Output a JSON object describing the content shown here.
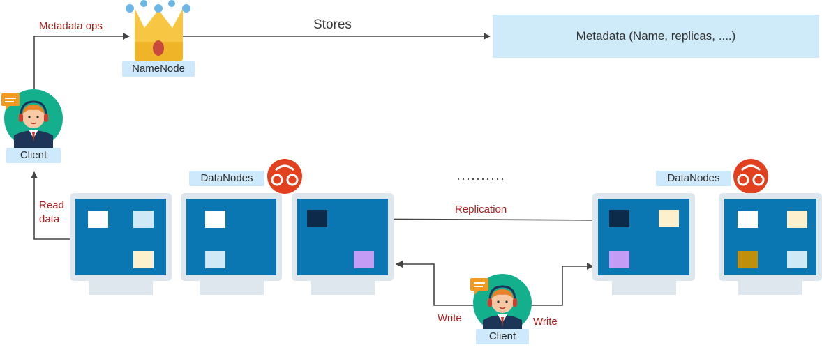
{
  "namenode": {
    "label": "NameNode"
  },
  "metadata_box": {
    "text": "Metadata (Name, replicas, ....)"
  },
  "edges": {
    "metadata_ops": "Metadata ops",
    "stores": "Stores",
    "read_data_line1": "Read",
    "read_data_line2": "data",
    "replication": "Replication",
    "write_left": "Write",
    "write_right": "Write"
  },
  "clients": {
    "top": {
      "label": "Client"
    },
    "bottom": {
      "label": "Client"
    }
  },
  "datanodes": {
    "left_label": "DataNodes",
    "right_label": "DataNodes",
    "ellipsis": "··········"
  },
  "colors": {
    "screen": "#0a76b2",
    "block_white": "#ffffff",
    "block_lightblue": "#cfe9f7",
    "block_cream": "#fdf1cd",
    "block_navy": "#0c2a4a",
    "block_purple": "#c39cf5",
    "block_gold": "#c08f0c",
    "label_bg": "#cde9fb",
    "edge_label": "#b01c1c",
    "crown": "#f7c643"
  }
}
